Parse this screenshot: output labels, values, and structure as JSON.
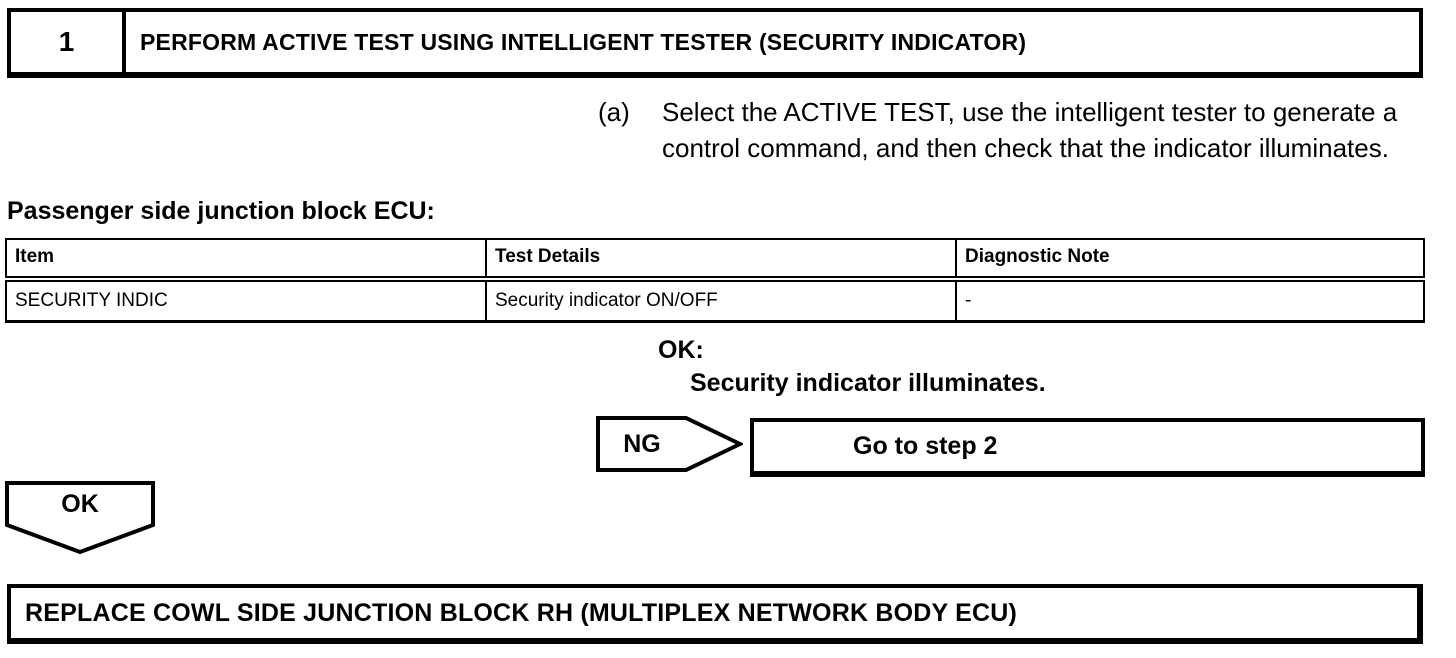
{
  "colors": {
    "ink": "#000000",
    "paper": "#ffffff"
  },
  "step": {
    "number": "1",
    "title": "PERFORM ACTIVE TEST USING INTELLIGENT TESTER (SECURITY INDICATOR)"
  },
  "instruction": {
    "marker": "(a)",
    "text": "Select the ACTIVE TEST, use the intelligent tester to generate a control command, and then check that the indicator illuminates."
  },
  "table": {
    "caption": "Passenger side junction block ECU:",
    "headers": [
      "Item",
      "Test Details",
      "Diagnostic Note"
    ],
    "rows": [
      [
        "SECURITY INDIC",
        "Security indicator ON/OFF",
        "-"
      ]
    ]
  },
  "result": {
    "label": "OK:",
    "condition": "Security indicator illuminates."
  },
  "ng_branch": {
    "label": "NG",
    "action": "Go to step 2"
  },
  "ok_branch": {
    "label": "OK"
  },
  "conclusion": {
    "title": "REPLACE COWL SIDE JUNCTION BLOCK RH (MULTIPLEX NETWORK BODY ECU)"
  }
}
